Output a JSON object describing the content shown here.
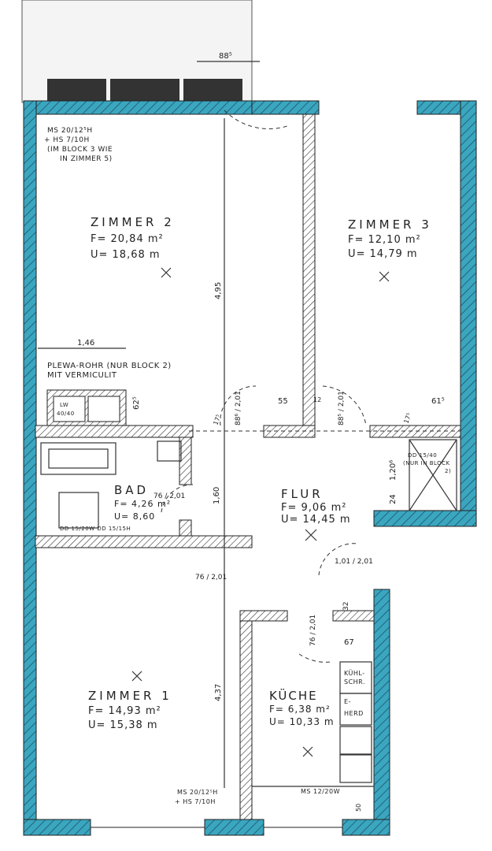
{
  "colors": {
    "outer_wall": "#3aa6c0",
    "inner_wall": "#ffffff",
    "ink": "#222222"
  },
  "rooms": {
    "zimmer2": {
      "name": "ZIMMER 2",
      "area": "F= 20,84 m²",
      "perimeter": "U= 18,68 m"
    },
    "zimmer3": {
      "name": "ZIMMER 3",
      "area": "F= 12,10 m²",
      "perimeter": "U= 14,79 m"
    },
    "flur": {
      "name": "FLUR",
      "area": "F= 9,06 m²",
      "perimeter": "U= 14,45 m"
    },
    "bad": {
      "name": "BAD",
      "area": "F= 4,26 m²",
      "perimeter": "U= 8,60"
    },
    "zimmer1": {
      "name": "ZIMMER 1",
      "area": "F= 14,93 m²",
      "perimeter": "U= 15,38 m"
    },
    "kueche": {
      "name": "KÜCHE",
      "area": "F= 6,38 m²",
      "perimeter": "U= 10,33 m"
    }
  },
  "notes": {
    "ms_top": [
      "MS 20/12⁵H",
      "+ HS 7/10H",
      "(IM BLOCK 3 WIE",
      "IN ZIMMER 5)"
    ],
    "plewa": [
      "PLEWA-ROHR (NUR BLOCK 2)",
      "MIT VERMICULIT"
    ],
    "lw": [
      "LW",
      "40/40"
    ],
    "dd_bad": "DD 15/20W  DD 15/15H",
    "dd_flur": [
      "DD 15/40",
      "(NUR IN BLOCK",
      "2)"
    ],
    "ms_bottom": [
      "MS 20/12⁵H",
      "+ HS 7/10H"
    ],
    "ms_kueche": "MS 12/20W",
    "kuehl": [
      "KÜHL-",
      "SCHR."
    ],
    "herd": [
      "E-",
      "HERD"
    ]
  },
  "dimensions": {
    "balcony": "88⁵",
    "d146": "1,46",
    "d495": "4,95",
    "d625": "62⁵",
    "d55": "55",
    "d12": "12",
    "d615": "61⁵",
    "door_z2": "88⁶ / 2,01",
    "door_z3": "88⁵ / 2,01",
    "d175a": "17⁵",
    "d175b": "17⁵",
    "d160": "1,60",
    "d120": "1,20⁶",
    "d24": "24",
    "door_bad": "76 / 2,01",
    "door_z1": "76 / 2,01",
    "door_k": "76 / 2,01",
    "door_out": "1,01 / 2,01",
    "d32": "32",
    "d67": "67",
    "d437": "4,37",
    "d50": "50"
  }
}
